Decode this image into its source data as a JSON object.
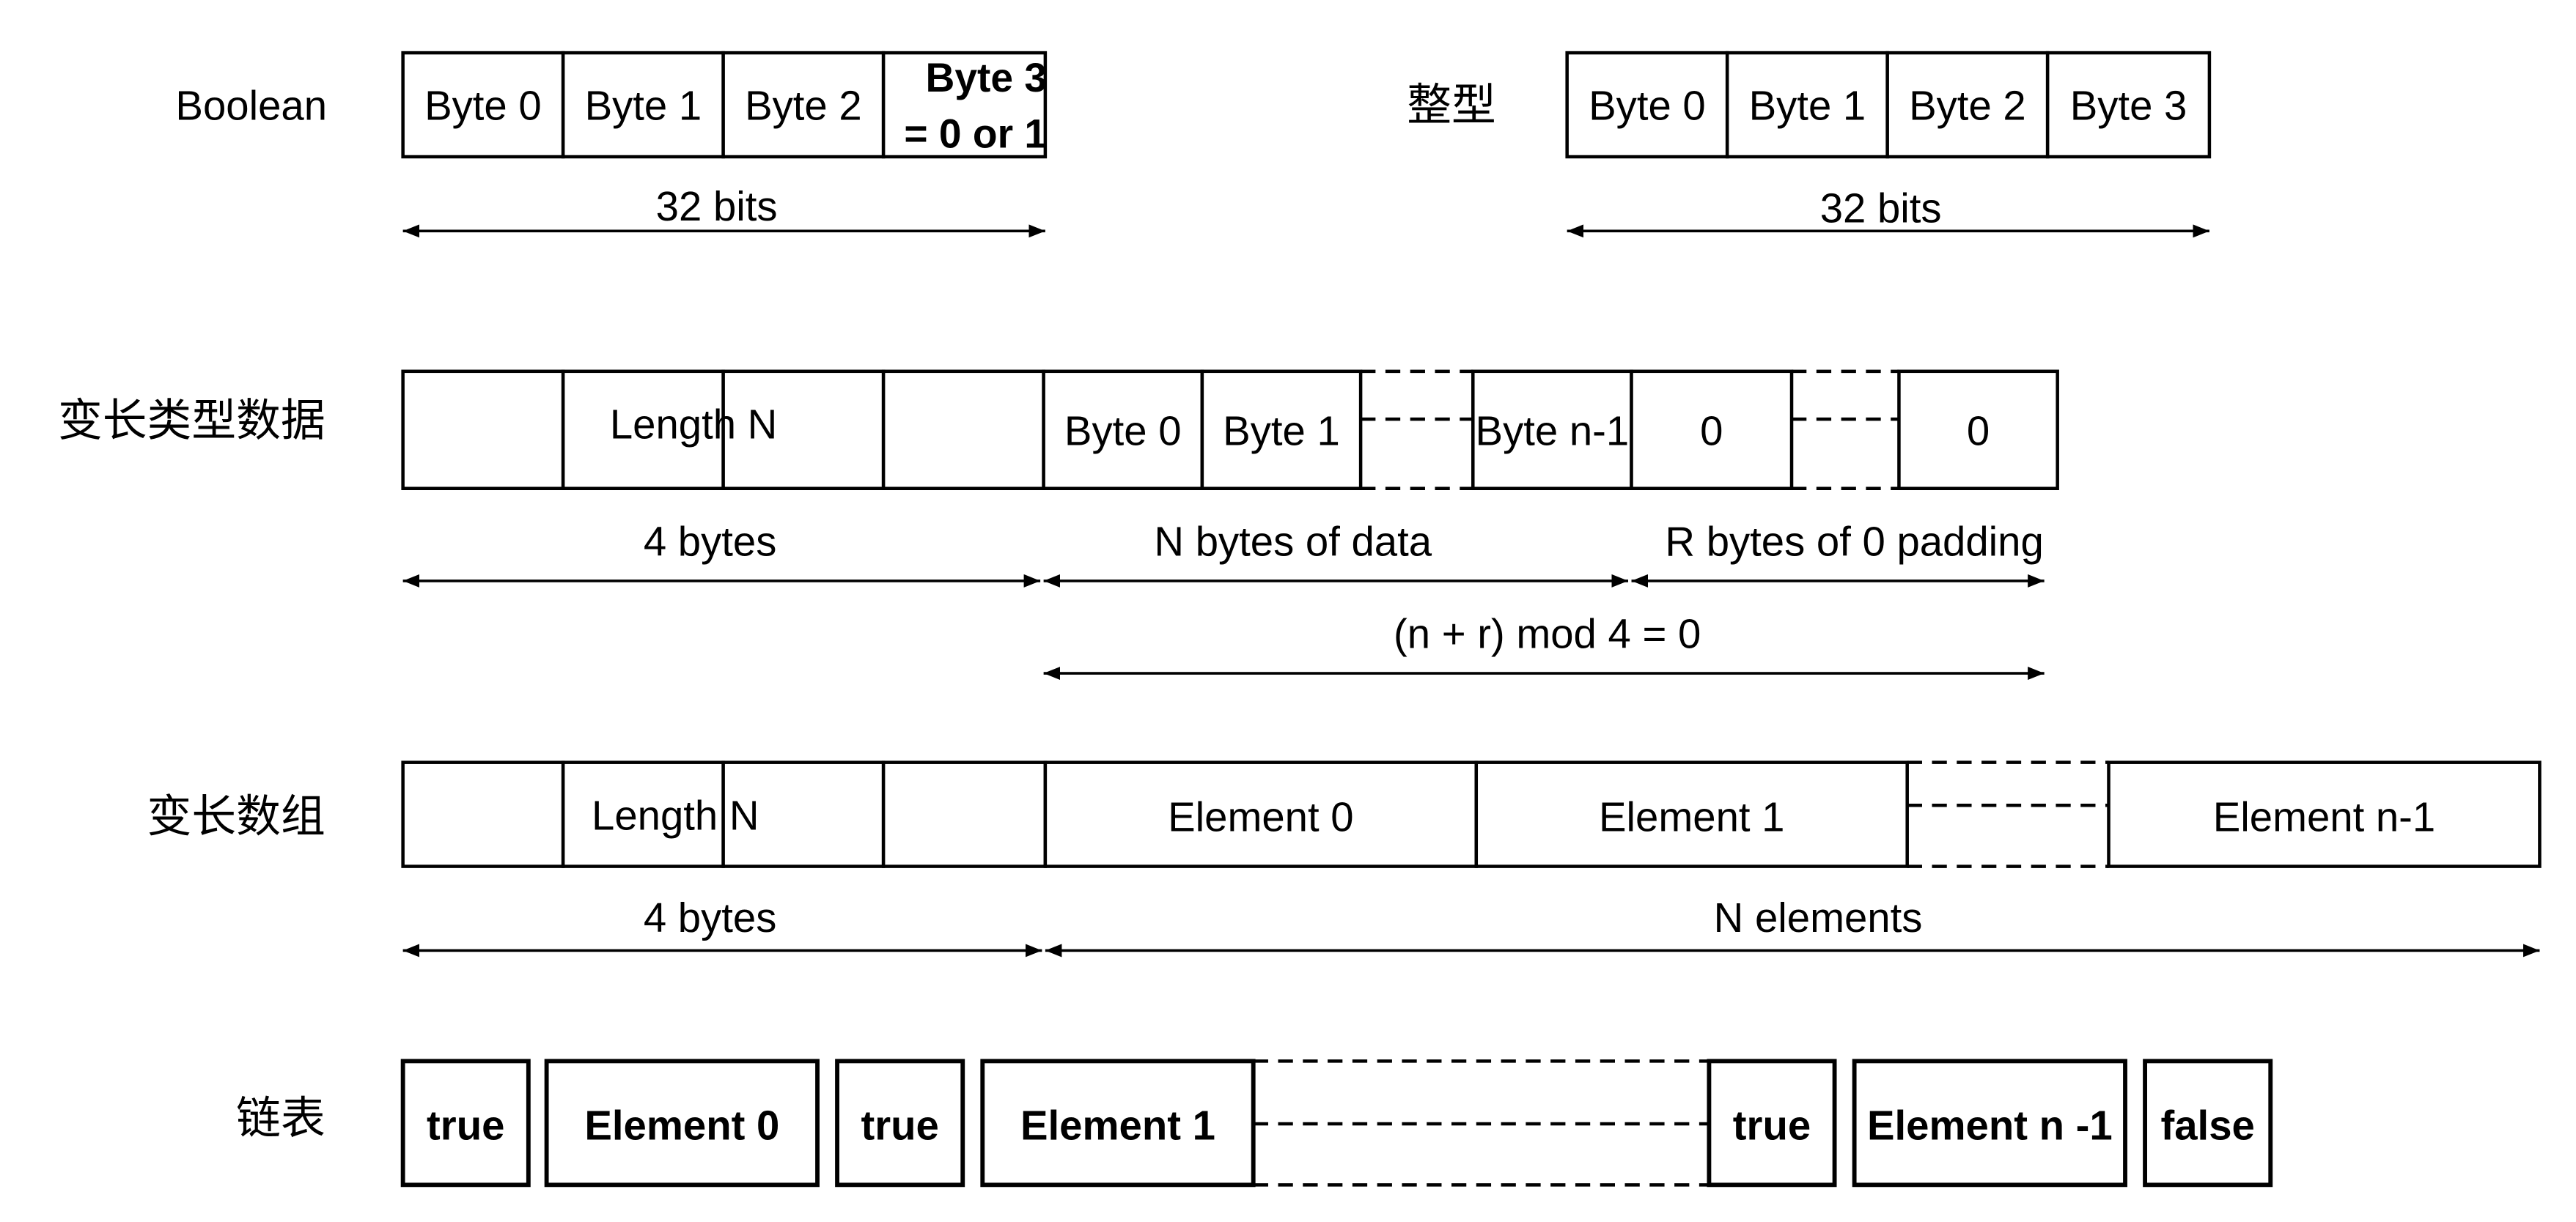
{
  "boolean": {
    "label": "Boolean",
    "bytes": [
      "Byte 0",
      "Byte 1",
      "Byte 2"
    ],
    "last_byte": [
      "Byte 3",
      "= 0 or 1"
    ],
    "span": "32 bits"
  },
  "integer": {
    "label": "整型",
    "bytes": [
      "Byte 0",
      "Byte 1",
      "Byte 2",
      "Byte 3"
    ],
    "span": "32 bits"
  },
  "opaque": {
    "label": "变长类型数据",
    "length": "Length N",
    "data": [
      "Byte 0",
      "Byte 1",
      "Byte n-1"
    ],
    "padding": [
      "0",
      "0"
    ],
    "spans": [
      "4 bytes",
      "N bytes of data",
      "R bytes of 0 padding"
    ],
    "rule": "(n + r) mod 4 = 0"
  },
  "array": {
    "label": "变长数组",
    "length": "Length N",
    "elements": [
      "Element 0",
      "Element 1",
      "Element n-1"
    ],
    "spans": [
      "4 bytes",
      "N elements"
    ]
  },
  "linked_list": {
    "label": "链表",
    "cells": [
      "true",
      "Element 0",
      "true",
      "Element 1",
      "true",
      "Element n -1",
      "false"
    ]
  }
}
